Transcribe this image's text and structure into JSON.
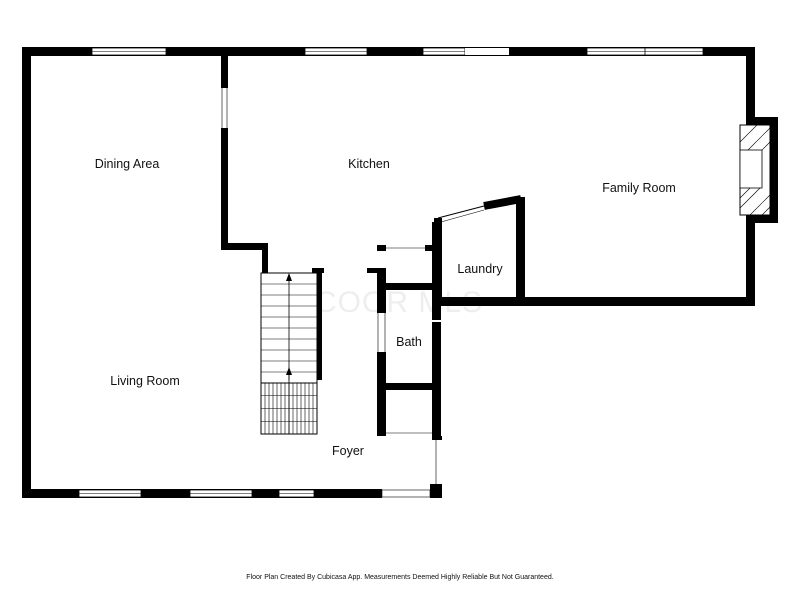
{
  "rooms": {
    "dining_area": "Dining Area",
    "kitchen": "Kitchen",
    "family_room": "Family Room",
    "laundry": "Laundry",
    "bath": "Bath",
    "living_room": "Living Room",
    "foyer": "Foyer"
  },
  "watermark": "COOR MLS",
  "footer": "Floor Plan Created By Cubicasa App. Measurements Deemed Highly Reliable But Not Guaranteed.",
  "colors": {
    "wall": "#000000",
    "background": "#ffffff",
    "text": "#111111"
  }
}
